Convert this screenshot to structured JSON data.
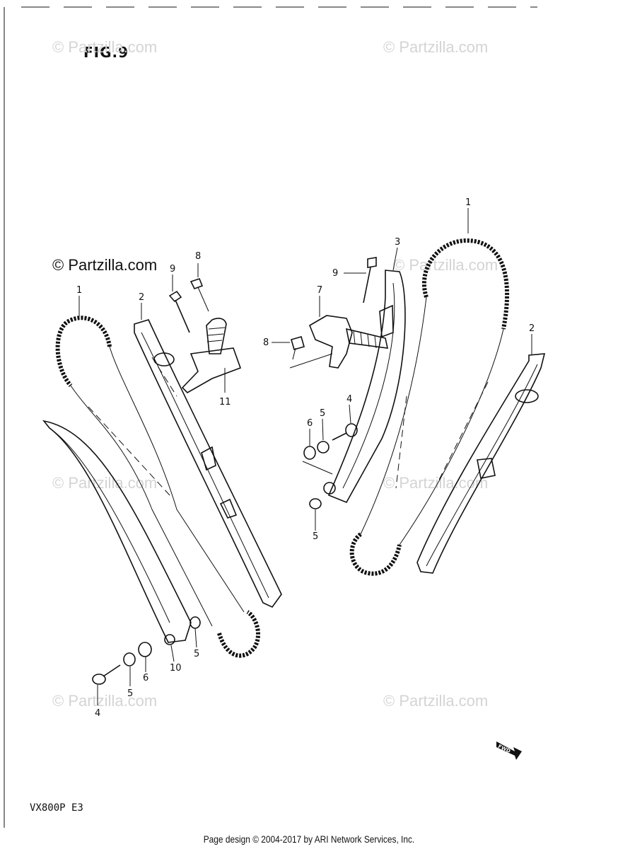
{
  "figure": {
    "title": "FIG.9"
  },
  "watermarks": [
    {
      "text": "© Partzilla.com",
      "style": "faint"
    },
    {
      "text": "© Partzilla.com",
      "style": "faint"
    },
    {
      "text": "© Partzilla.com",
      "style": "dark"
    },
    {
      "text": "© Partzilla.com",
      "style": "faint"
    },
    {
      "text": "© Partzilla.com",
      "style": "faint"
    },
    {
      "text": "© Partzilla.com",
      "style": "faint"
    },
    {
      "text": "© Partzilla.com",
      "style": "faint"
    },
    {
      "text": "© Partzilla.com",
      "style": "faint"
    }
  ],
  "callouts": {
    "left": [
      "1",
      "2",
      "8",
      "9",
      "11",
      "10",
      "5",
      "5",
      "6",
      "4"
    ],
    "right": [
      "1",
      "3",
      "9",
      "7",
      "8",
      "2",
      "4",
      "5",
      "6",
      "5"
    ]
  },
  "fwd_label": "FWD",
  "model": "VX800P E3",
  "footer": "Page design © 2004-2017 by ARI Network Services, Inc."
}
